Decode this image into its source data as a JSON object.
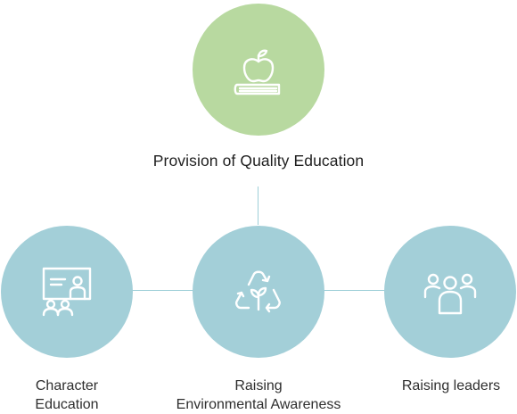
{
  "diagram": {
    "colors": {
      "top_circle": "#b8d9a0",
      "bottom_circles": "#a3cfd8",
      "connector": "#9ecfd8",
      "icon_stroke": "#ffffff"
    },
    "top": {
      "title": "Provision of Quality Education",
      "icon": "apple-on-book-icon"
    },
    "items": [
      {
        "label_lines": [
          "Character",
          "Education"
        ],
        "icon": "teacher-blackboard-icon"
      },
      {
        "label_lines": [
          "Raising",
          "Environmental Awareness"
        ],
        "icon": "recycle-sprout-icon"
      },
      {
        "label_lines": [
          "Raising leaders"
        ],
        "icon": "group-leader-icon"
      }
    ]
  }
}
